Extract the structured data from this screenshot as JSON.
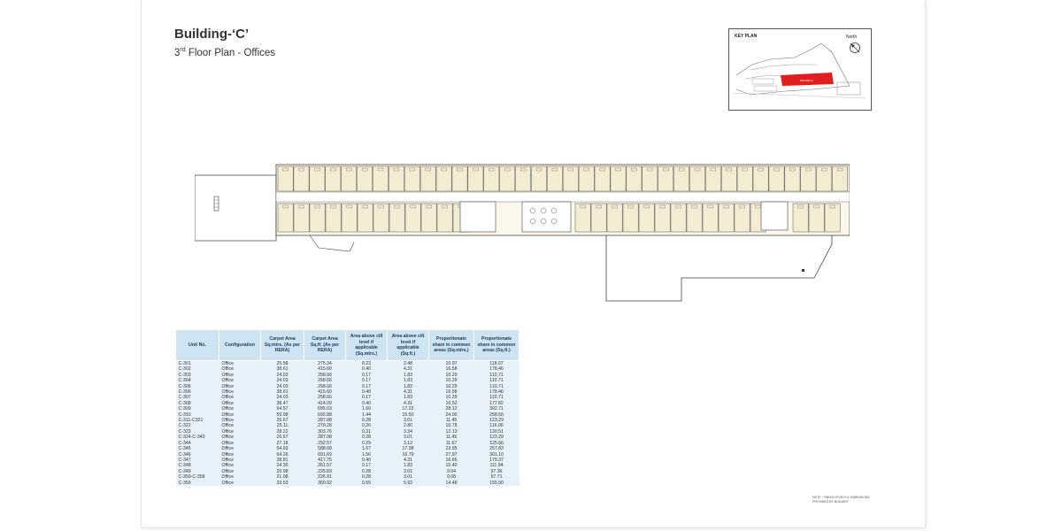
{
  "header": {
    "title": "Building-‘C’",
    "subtitle_ordinal": "3",
    "subtitle_suffix": "rd",
    "subtitle_rest": " Floor Plan - Offices"
  },
  "key_plan": {
    "label": "KEY PLAN",
    "north": "North",
    "highlight_color": "#e02020"
  },
  "plan": {
    "unit_fill": "#f4ecd2"
  },
  "table": {
    "headers": [
      "Unit No.",
      "Configuration",
      "Carpet Area Sq.mtrs. (As per RERA)",
      "Carpet Area Sq.ft. (As per RERA)",
      "Area above cill level if applicable (Sq.mtrs.)",
      "Area above cill level if applicable (Sq.ft.)",
      "Proportionate share in common areas (Sq.mtrs.)",
      "Proportionate share in common areas (Sq.ft.)"
    ],
    "header_color": "#cfe4f3",
    "row_color": "#e6f1f9",
    "rows": [
      [
        "C-301",
        "Office",
        "25.58",
        "275.34",
        "0.23",
        "2.48",
        "10.97",
        "118.07"
      ],
      [
        "C-302",
        "Office",
        "38.61",
        "415.60",
        "0.40",
        "4.31",
        "16.58",
        "178.46"
      ],
      [
        "C-303",
        "Office",
        "24.03",
        "258.66",
        "0.17",
        "1.83",
        "10.29",
        "110.71"
      ],
      [
        "C-304",
        "Office",
        "24.03",
        "258.66",
        "0.17",
        "1.83",
        "10.29",
        "110.71"
      ],
      [
        "C-305",
        "Office",
        "24.03",
        "258.66",
        "0.17",
        "1.83",
        "10.29",
        "110.71"
      ],
      [
        "C-306",
        "Office",
        "38.61",
        "415.60",
        "0.40",
        "4.31",
        "16.58",
        "178.46"
      ],
      [
        "C-307",
        "Office",
        "24.03",
        "258.66",
        "0.17",
        "1.83",
        "10.29",
        "110.71"
      ],
      [
        "C-308",
        "Office",
        "38.47",
        "414.09",
        "0.40",
        "4.31",
        "16.52",
        "177.82"
      ],
      [
        "C-309",
        "Office",
        "64.57",
        "695.03",
        "1.60",
        "17.22",
        "28.12",
        "302.71"
      ],
      [
        "C-310",
        "Office",
        "55.98",
        "592.88",
        "1.44",
        "15.50",
        "24.00",
        "258.56"
      ],
      [
        "C-311-C321",
        "Office",
        "26.67",
        "287.08",
        "0.28",
        "3.01",
        "11.45",
        "123.29"
      ],
      [
        "C-322",
        "Office",
        "25.11",
        "270.28",
        "0.26",
        "2.80",
        "10.78",
        "116.06"
      ],
      [
        "C-323",
        "Office",
        "28.22",
        "303.76",
        "0.31",
        "3.34",
        "12.13",
        "130.51"
      ],
      [
        "C-324-C-343",
        "Office",
        "26.67",
        "287.08",
        "0.28",
        "3.01",
        "11.45",
        "123.29"
      ],
      [
        "C-344",
        "Office",
        "27.18",
        "292.57",
        "0.29",
        "3.12",
        "11.67",
        "125.66"
      ],
      [
        "C-345",
        "Office",
        "54.69",
        "588.68",
        "1.67",
        "17.98",
        "23.95",
        "257.83"
      ],
      [
        "C-346",
        "Office",
        "64.26",
        "691.69",
        "1.56",
        "16.79",
        "27.97",
        "301.10"
      ],
      [
        "C-347",
        "Office",
        "38.81",
        "417.75",
        "0.40",
        "4.31",
        "16.66",
        "179.37"
      ],
      [
        "C-348",
        "Office",
        "24.30",
        "261.57",
        "0.17",
        "1.83",
        "10.40",
        "111.94"
      ],
      [
        "C-349",
        "Office",
        "20.98",
        "225.83",
        "0.28",
        "3.01",
        "9.04",
        "97.36"
      ],
      [
        "C-350-C-358",
        "Office",
        "21.08",
        "226.91",
        "0.28",
        "3.01",
        "9.08",
        "97.71"
      ],
      [
        "C-359",
        "Office",
        "33.53",
        "360.92",
        "0.55",
        "5.92",
        "14.48",
        "155.90"
      ]
    ]
  }
}
